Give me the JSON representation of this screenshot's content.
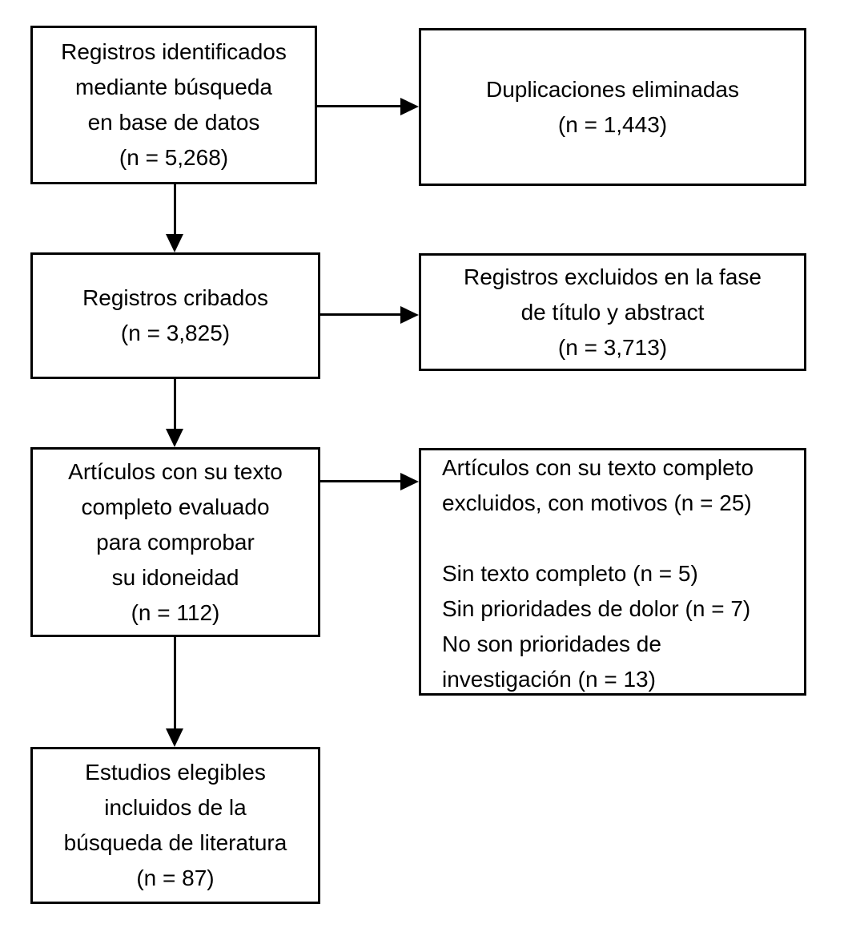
{
  "diagram": {
    "type": "flowchart",
    "language": "es",
    "colors": {
      "background": "#ffffff",
      "box_fill": "#ffffff",
      "box_border": "#000000",
      "text": "#000000",
      "arrow": "#000000"
    },
    "nodes": {
      "identified": {
        "text": "Registros identificados\nmediante búsqueda\nen base de datos\n(n = 5,268)",
        "count": "5,268"
      },
      "duplicates_removed": {
        "text": "Duplicaciones eliminadas\n(n = 1,443)",
        "count": "1,443"
      },
      "screened": {
        "text": "Registros cribados\n(n = 3,825)",
        "count": "3,825"
      },
      "excluded_title_abstract": {
        "text": "Registros excluidos en la fase\nde título y abstract\n(n = 3,713)",
        "count": "3,713"
      },
      "fulltext_assessed": {
        "text": "Artículos con su texto\ncompleto evaluado\npara comprobar\nsu idoneidad\n(n = 112)",
        "count": "112"
      },
      "fulltext_excluded": {
        "text": "Artículos con su texto completo\nexcluidos, con motivos (n = 25)\n\nSin texto completo (n = 5)\nSin prioridades de dolor (n = 7)\nNo son prioridades de\ninvestigación (n = 13)",
        "count": "25",
        "reasons": [
          {
            "label": "Sin texto completo",
            "count": "5"
          },
          {
            "label": "Sin prioridades de dolor",
            "count": "7"
          },
          {
            "label": "No son prioridades de investigación",
            "count": "13"
          }
        ]
      },
      "included": {
        "text": "Estudios elegibles\nincluidos de la\nbúsqueda de literatura\n(n = 87)",
        "count": "87"
      }
    }
  }
}
